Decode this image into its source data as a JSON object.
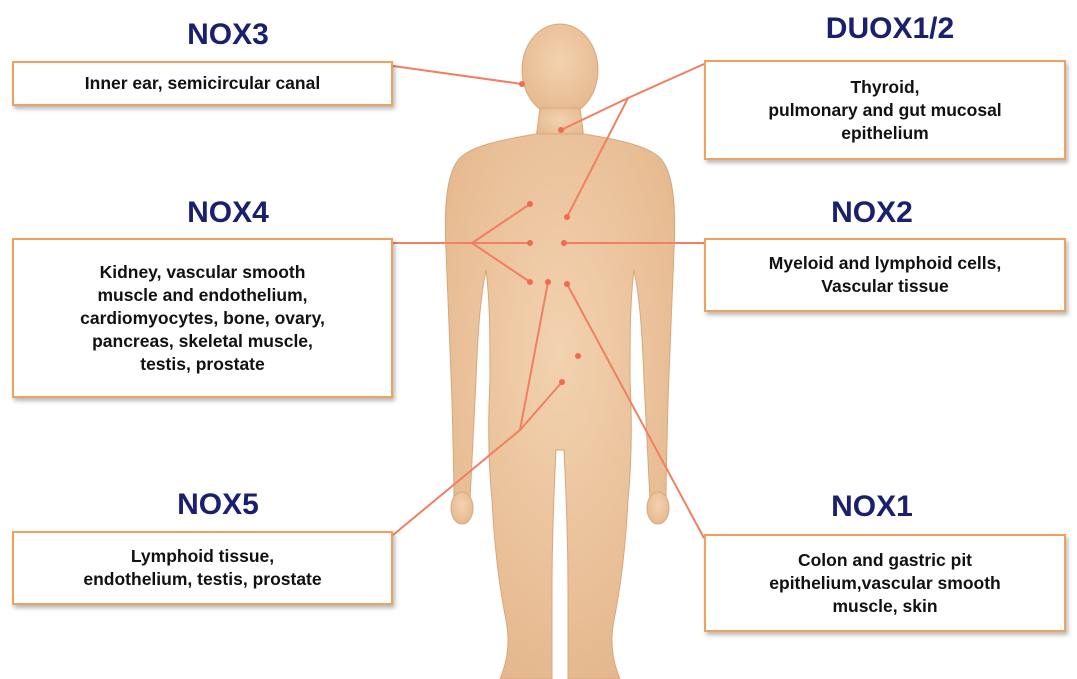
{
  "colors": {
    "title": "#1a1f6e",
    "box_border": "#f0a15a",
    "leader_line": "#f08060",
    "body_skin": "#efc9a3",
    "text": "#111111"
  },
  "groups": {
    "nox3": {
      "title": "NOX3",
      "text": "Inner ear, semicircular canal"
    },
    "duox": {
      "title": "DUOX1/2",
      "text": "Thyroid,\npulmonary and gut mucosal\nepithelium"
    },
    "nox4": {
      "title": "NOX4",
      "text": "Kidney, vascular smooth\nmuscle and endothelium,\ncardiomyocytes, bone, ovary,\npancreas, skeletal muscle,\ntestis, prostate"
    },
    "nox2": {
      "title": "NOX2",
      "text": "Myeloid and lymphoid cells,\nVascular tissue"
    },
    "nox5": {
      "title": "NOX5",
      "text": "Lymphoid tissue,\nendothelium, testis, prostate"
    },
    "nox1": {
      "title": "NOX1",
      "text": "Colon and gastric pit\nepithelium,vascular smooth\nmuscle, skin"
    }
  }
}
